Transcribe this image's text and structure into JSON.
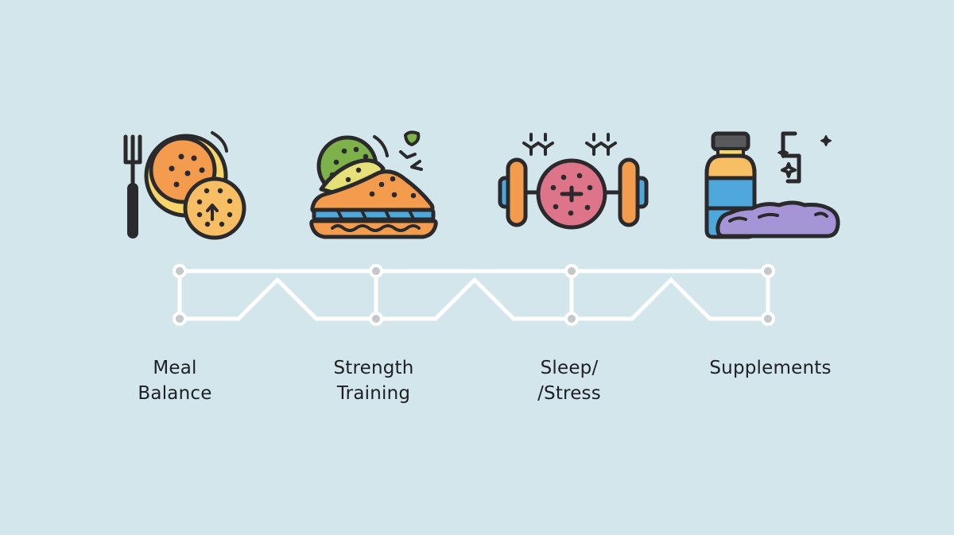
{
  "background_color": "#D3E6EB",
  "steps": [
    {
      "id": "meal-balance",
      "icon": "fork-and-plate-icon",
      "label_lines": [
        "Meal",
        "Balance"
      ]
    },
    {
      "id": "strength-training",
      "icon": "sandwich-icon",
      "label_lines": [
        "Strength",
        "Training"
      ]
    },
    {
      "id": "sleep-stress",
      "icon": "dumbbell-with-closed-eyes-icon",
      "label_lines": [
        "Sleep/",
        "/Stress"
      ]
    },
    {
      "id": "supplements",
      "icon": "supplement-bottle-and-powder-icon",
      "label_lines": [
        "Supplements"
      ]
    }
  ],
  "colors": {
    "outline": "#2A2A2C",
    "orange": "#F39C4E",
    "light_orange": "#F7BE63",
    "yellow_rim": "#F6D56A",
    "lime": "#7DB24A",
    "pale_yellow": "#E6E07A",
    "blue": "#4EA8DC",
    "pink": "#DE7489",
    "purple": "#A695D6",
    "gray_cap": "#58595B",
    "timeline_line": "#FFFFFF",
    "timeline_node": "#C4C8CB"
  }
}
